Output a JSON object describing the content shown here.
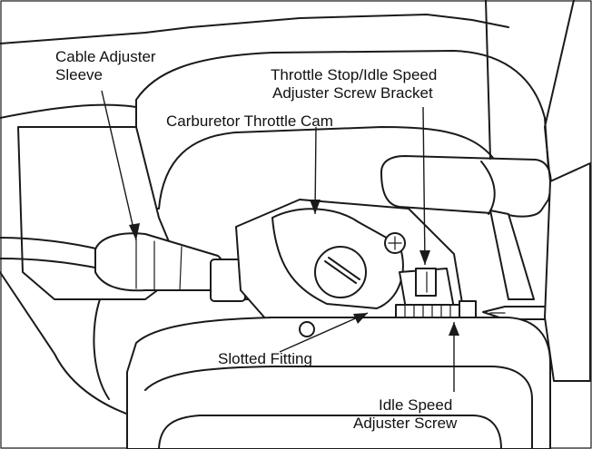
{
  "labels": {
    "cable_adjuster_sleeve": [
      "Cable Adjuster",
      "Sleeve"
    ],
    "throttle_stop_bracket": [
      "Throttle Stop/Idle Speed",
      "Adjuster Screw Bracket"
    ],
    "carburetor_throttle_cam": [
      "Carburetor Throttle Cam"
    ],
    "slotted_fitting": [
      "Slotted Fitting"
    ],
    "idle_speed_adjuster_screw": [
      "Idle Speed",
      "Adjuster Screw"
    ]
  },
  "colors": {
    "ink": "#1a1a1a",
    "paper": "#ffffff",
    "shade": "#d9d9d9"
  }
}
